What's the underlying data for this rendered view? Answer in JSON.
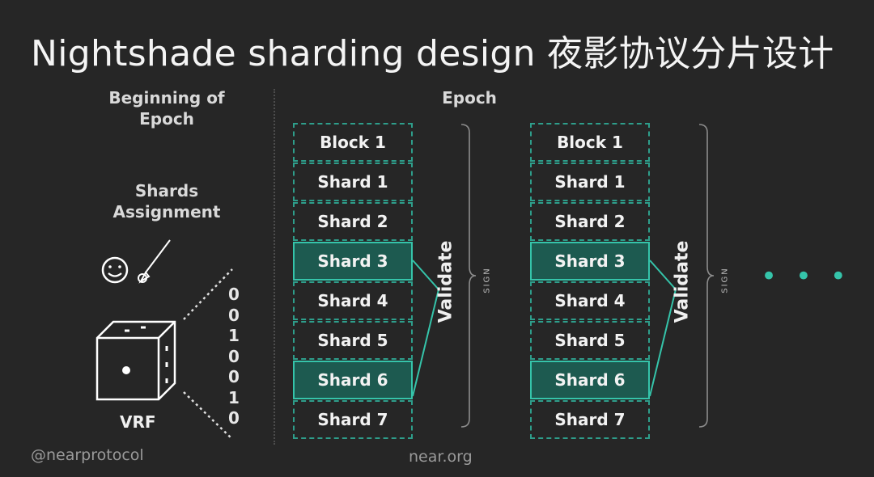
{
  "title": "Nightshade sharding design 夜影协议分片设计",
  "left": {
    "beginning_label_line1": "Beginning of",
    "beginning_label_line2": "Epoch",
    "assignment_line1": "Shards",
    "assignment_line2": "Assignment",
    "vrf_label": "VRF",
    "bits": [
      "0",
      "0",
      "1",
      "0",
      "0",
      "1",
      "0"
    ]
  },
  "epoch_label": "Epoch",
  "columns": [
    {
      "rows": [
        {
          "label": "Block 1",
          "highlight": false
        },
        {
          "label": "Shard 1",
          "highlight": false
        },
        {
          "label": "Shard 2",
          "highlight": false
        },
        {
          "label": "Shard 3",
          "highlight": true
        },
        {
          "label": "Shard 4",
          "highlight": false
        },
        {
          "label": "Shard 5",
          "highlight": false
        },
        {
          "label": "Shard 6",
          "highlight": true
        },
        {
          "label": "Shard 7",
          "highlight": false
        }
      ],
      "validate_label": "Validate",
      "sign_label": "SIGN"
    },
    {
      "rows": [
        {
          "label": "Block 1",
          "highlight": false
        },
        {
          "label": "Shard 1",
          "highlight": false
        },
        {
          "label": "Shard 2",
          "highlight": false
        },
        {
          "label": "Shard 3",
          "highlight": true
        },
        {
          "label": "Shard 4",
          "highlight": false
        },
        {
          "label": "Shard 5",
          "highlight": false
        },
        {
          "label": "Shard 6",
          "highlight": true
        },
        {
          "label": "Shard 7",
          "highlight": false
        }
      ],
      "validate_label": "Validate",
      "sign_label": "SIGN"
    }
  ],
  "continuation": "• • •",
  "footer": {
    "handle": "@nearprotocol",
    "site": "near.org"
  },
  "colors": {
    "background": "#262626",
    "accent": "#35c4aa",
    "highlight_fill": "#1d5a50"
  },
  "icons": [
    "smiley-icon",
    "pen-icon",
    "dice-icon"
  ]
}
